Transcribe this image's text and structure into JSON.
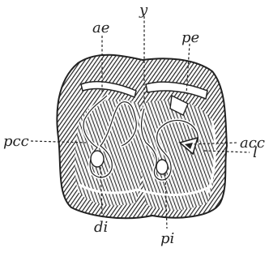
{
  "figure": {
    "labels": {
      "ae": "ae",
      "y": "y",
      "pe": "pe",
      "pcc": "pcc",
      "acc": "acc",
      "l": "l",
      "di": "di",
      "pi": "pi"
    },
    "colors": {
      "ink": "#222222",
      "enamel": "#ffffff",
      "background": "#ffffff"
    }
  }
}
